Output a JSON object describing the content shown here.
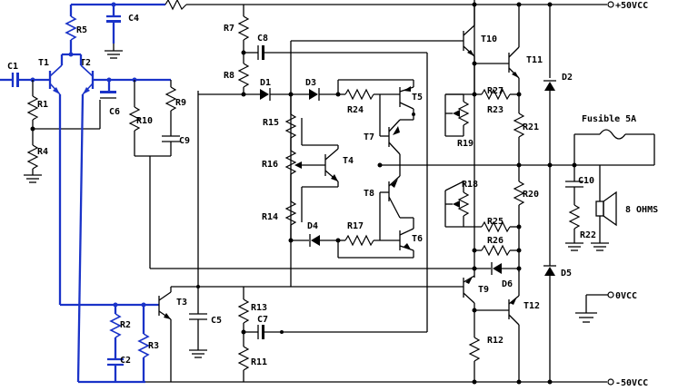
{
  "rails": {
    "pos": "+50VCC",
    "zero": "0VCC",
    "neg": "-50VCC"
  },
  "fuse_label": "Fusible 5A",
  "speaker_label": "8 OHMS",
  "components": {
    "c1": "C1",
    "t1": "T1",
    "t2": "T2",
    "r5": "R5",
    "c4": "C4",
    "r1": "R1",
    "r4": "R4",
    "c6": "C6",
    "r10": "R10",
    "r9": "R9",
    "c9": "C9",
    "r7": "R7",
    "c8": "C8",
    "r8": "R8",
    "d1": "D1",
    "d3": "D3",
    "r24": "R24",
    "t5": "T5",
    "r15": "R15",
    "t7": "T7",
    "r16": "R16",
    "t4": "T4",
    "r14": "R14",
    "d4": "D4",
    "r17": "R17",
    "t6": "T6",
    "t8": "T8",
    "t10": "T10",
    "t11": "T11",
    "d2": "D2",
    "r27": "R27",
    "r23": "R23",
    "r19": "R19",
    "r21": "R21",
    "r18": "R18",
    "r20": "R20",
    "r25": "R25",
    "r26": "R26",
    "c10": "C10",
    "r22": "R22",
    "d5": "D5",
    "d6": "D6",
    "t9": "T9",
    "t12": "T12",
    "r12": "R12",
    "t3": "T3",
    "r2": "R2",
    "r3": "R3",
    "c2": "C2",
    "c5": "C5",
    "r13": "R13",
    "c7": "C7",
    "r11": "R11"
  }
}
